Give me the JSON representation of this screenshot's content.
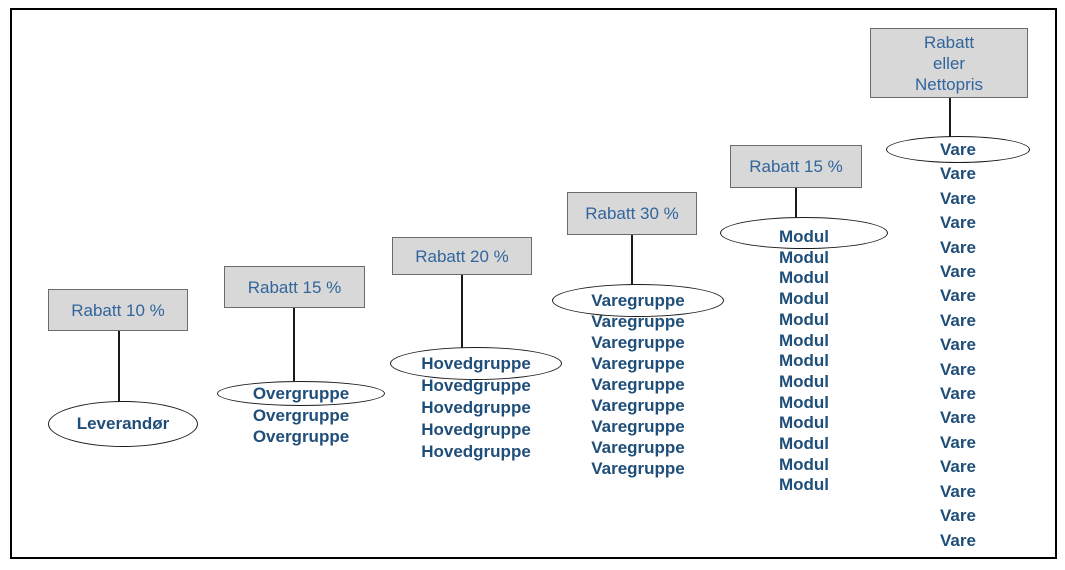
{
  "diagram": {
    "description": "Discount hierarchy diagram",
    "columns": [
      {
        "id": "leverandor",
        "box_label": "Rabatt 10 %",
        "item_label": "Leverandør",
        "item_count": 1
      },
      {
        "id": "overgruppe",
        "box_label": "Rabatt 15 %",
        "item_label": "Overgruppe",
        "item_count": 3
      },
      {
        "id": "hovedgruppe",
        "box_label": "Rabatt 20 %",
        "item_label": "Hovedgruppe",
        "item_count": 5
      },
      {
        "id": "varegruppe",
        "box_label": "Rabatt 30 %",
        "item_label": "Varegruppe",
        "item_count": 9
      },
      {
        "id": "modul",
        "box_label": "Rabatt 15 %",
        "item_label": "Modul",
        "item_count": 13
      },
      {
        "id": "vare",
        "box_label": "Rabatt eller Nettopris",
        "box_label_lines": [
          "Rabatt",
          "eller",
          "Nettopris"
        ],
        "item_label": "Vare",
        "item_count": 17
      }
    ],
    "colors": {
      "background": "#ffffff",
      "frame_border": "#000000",
      "box_fill": "#d8d8d8",
      "box_border": "#6b6b6b",
      "box_text": "#31659c",
      "item_text": "#1f4e79",
      "ellipse_border": "#1a1a1a",
      "connector": "#1a1a1a"
    }
  }
}
